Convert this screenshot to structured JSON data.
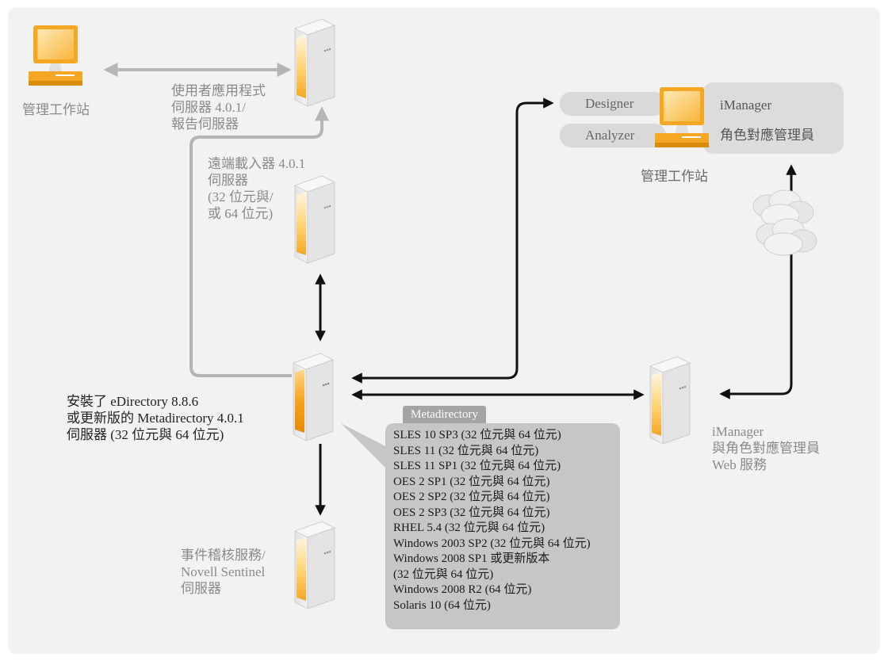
{
  "colors": {
    "panel": "#f2f2f2",
    "arrow_dark": "#111111",
    "arrow_light": "#b5b5b5",
    "server": "#f5a623",
    "monitor": "#f5a623"
  },
  "nodes": {
    "workstation_topleft": {
      "label": "管理工作站"
    },
    "user_app_server": {
      "label_lines": [
        "使用者應用程式",
        "伺服器 4.0.1/",
        "報告伺服器"
      ]
    },
    "remote_loader": {
      "label_lines": [
        "遠端載入器 4.0.1",
        "伺服器",
        "(32 位元與/",
        "或 64 位元)"
      ]
    },
    "metadirectory_server": {
      "label_lines": [
        "安裝了 eDirectory 8.8.6",
        "或更新版的 Metadirectory 4.0.1",
        "伺服器 (32 位元與 64 位元)"
      ]
    },
    "audit_server": {
      "label_lines": [
        "事件稽核服務/",
        "Novell Sentinel",
        "伺服器"
      ]
    },
    "imanager_web": {
      "label_lines": [
        "iManager",
        "與角色對應管理員",
        "Web 服務"
      ]
    },
    "workstation_right": {
      "label": "管理工作站",
      "designer": "Designer",
      "analyzer": "Analyzer",
      "imanager": "iManager",
      "role_mapper": "角色對應管理員"
    }
  },
  "platforms": {
    "title": "Metadirectory",
    "items": [
      "SLES 10 SP3 (32 位元與 64 位元)",
      "SLES 11 (32 位元與 64 位元)",
      "SLES 11 SP1 (32 位元與 64 位元)",
      "OES 2 SP1 (32 位元與 64 位元)",
      "OES 2 SP2 (32 位元與 64 位元)",
      "OES 2 SP3 (32 位元與 64 位元)",
      "RHEL 5.4 (32 位元與 64 位元)",
      "Windows 2003 SP2 (32 位元與 64 位元)",
      "Windows 2008 SP1 或更新版本",
      "(32 位元與 64 位元)",
      "Windows 2008 R2 (64 位元)",
      "Solaris 10 (64 位元)"
    ]
  }
}
